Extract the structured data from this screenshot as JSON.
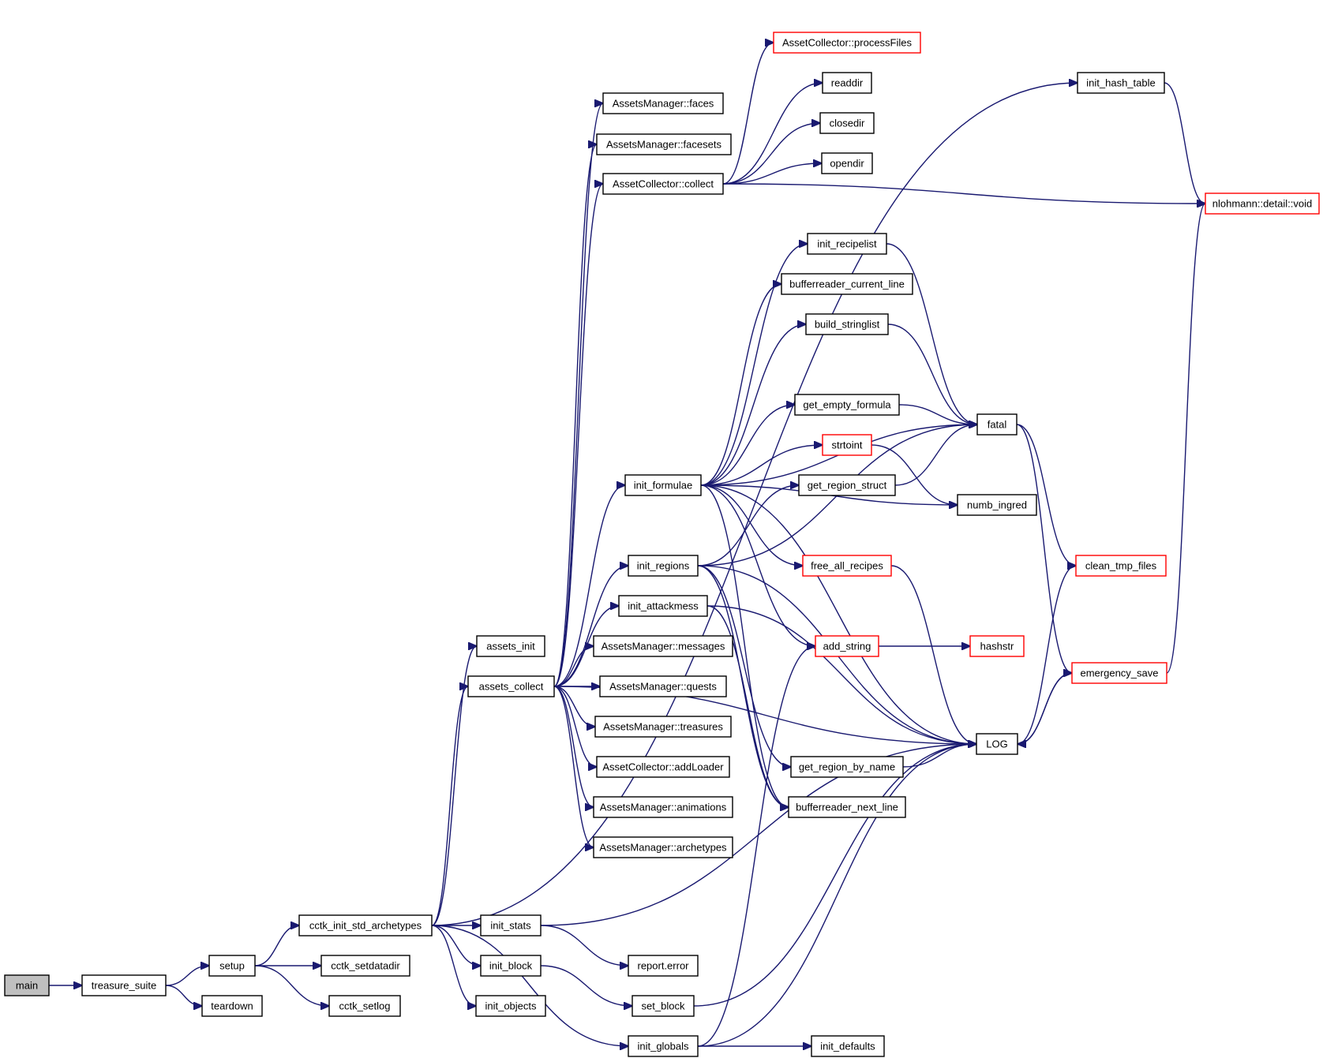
{
  "colors": {
    "edge": "#191970",
    "node_border": "#000000",
    "truncated_node_border": "#ff0000",
    "root_fill": "#bfbfbf",
    "node_fill": "#ffffff"
  },
  "nodes": [
    {
      "id": "main",
      "label": "main",
      "root": true
    },
    {
      "id": "treasure_suite",
      "label": "treasure_suite"
    },
    {
      "id": "setup",
      "label": "setup"
    },
    {
      "id": "teardown",
      "label": "teardown"
    },
    {
      "id": "cctk_init_std_archetypes",
      "label": "cctk_init_std_archetypes"
    },
    {
      "id": "cctk_setdatadir",
      "label": "cctk_setdatadir"
    },
    {
      "id": "cctk_setlog",
      "label": "cctk_setlog"
    },
    {
      "id": "assets_init",
      "label": "assets_init"
    },
    {
      "id": "assets_collect",
      "label": "assets_collect"
    },
    {
      "id": "init_stats",
      "label": "init_stats"
    },
    {
      "id": "init_block",
      "label": "init_block"
    },
    {
      "id": "init_objects",
      "label": "init_objects"
    },
    {
      "id": "init_globals",
      "label": "init_globals"
    },
    {
      "id": "init_hash_table",
      "label": "init_hash_table"
    },
    {
      "id": "AssetsManager_faces",
      "label": "AssetsManager::faces"
    },
    {
      "id": "AssetsManager_facesets",
      "label": "AssetsManager::facesets"
    },
    {
      "id": "AssetCollector_collect",
      "label": "AssetCollector::collect"
    },
    {
      "id": "init_formulae",
      "label": "init_formulae"
    },
    {
      "id": "init_regions",
      "label": "init_regions"
    },
    {
      "id": "init_attackmess",
      "label": "init_attackmess"
    },
    {
      "id": "AssetsManager_messages",
      "label": "AssetsManager::messages"
    },
    {
      "id": "AssetsManager_quests",
      "label": "AssetsManager::quests"
    },
    {
      "id": "AssetsManager_treasures",
      "label": "AssetsManager::treasures"
    },
    {
      "id": "AssetCollector_addLoader",
      "label": "AssetCollector::addLoader"
    },
    {
      "id": "AssetsManager_animations",
      "label": "AssetsManager::animations"
    },
    {
      "id": "AssetsManager_archetypes",
      "label": "AssetsManager::archetypes"
    },
    {
      "id": "report_error",
      "label": "report.error"
    },
    {
      "id": "set_block",
      "label": "set_block"
    },
    {
      "id": "init_defaults",
      "label": "init_defaults"
    },
    {
      "id": "AssetCollector_processFiles",
      "label": "AssetCollector::processFiles",
      "truncated": true
    },
    {
      "id": "readdir",
      "label": "readdir"
    },
    {
      "id": "closedir",
      "label": "closedir"
    },
    {
      "id": "opendir",
      "label": "opendir"
    },
    {
      "id": "init_recipelist",
      "label": "init_recipelist"
    },
    {
      "id": "bufferreader_current_line",
      "label": "bufferreader_current_line"
    },
    {
      "id": "build_stringlist",
      "label": "build_stringlist"
    },
    {
      "id": "get_empty_formula",
      "label": "get_empty_formula"
    },
    {
      "id": "strtoint",
      "label": "strtoint",
      "truncated": true
    },
    {
      "id": "get_region_struct",
      "label": "get_region_struct"
    },
    {
      "id": "free_all_recipes",
      "label": "free_all_recipes",
      "truncated": true
    },
    {
      "id": "add_string",
      "label": "add_string",
      "truncated": true
    },
    {
      "id": "get_region_by_name",
      "label": "get_region_by_name"
    },
    {
      "id": "bufferreader_next_line",
      "label": "bufferreader_next_line"
    },
    {
      "id": "nlohmann_detail_void",
      "label": "nlohmann::detail::void",
      "truncated": true
    },
    {
      "id": "fatal",
      "label": "fatal"
    },
    {
      "id": "numb_ingred",
      "label": "numb_ingred"
    },
    {
      "id": "hashstr",
      "label": "hashstr",
      "truncated": true
    },
    {
      "id": "LOG",
      "label": "LOG"
    },
    {
      "id": "clean_tmp_files",
      "label": "clean_tmp_files",
      "truncated": true
    },
    {
      "id": "emergency_save",
      "label": "emergency_save",
      "truncated": true
    }
  ],
  "edges": [
    [
      "main",
      "treasure_suite"
    ],
    [
      "treasure_suite",
      "setup"
    ],
    [
      "treasure_suite",
      "teardown"
    ],
    [
      "setup",
      "cctk_init_std_archetypes"
    ],
    [
      "setup",
      "cctk_setdatadir"
    ],
    [
      "setup",
      "cctk_setlog"
    ],
    [
      "cctk_init_std_archetypes",
      "init_hash_table"
    ],
    [
      "cctk_init_std_archetypes",
      "assets_init"
    ],
    [
      "cctk_init_std_archetypes",
      "assets_collect"
    ],
    [
      "cctk_init_std_archetypes",
      "init_stats"
    ],
    [
      "cctk_init_std_archetypes",
      "init_block"
    ],
    [
      "cctk_init_std_archetypes",
      "init_objects"
    ],
    [
      "cctk_init_std_archetypes",
      "init_globals"
    ],
    [
      "assets_collect",
      "AssetsManager_faces"
    ],
    [
      "assets_collect",
      "AssetsManager_facesets"
    ],
    [
      "assets_collect",
      "AssetCollector_collect"
    ],
    [
      "assets_collect",
      "init_formulae"
    ],
    [
      "assets_collect",
      "init_regions"
    ],
    [
      "assets_collect",
      "init_attackmess"
    ],
    [
      "assets_collect",
      "AssetsManager_messages"
    ],
    [
      "assets_collect",
      "AssetsManager_quests"
    ],
    [
      "assets_collect",
      "AssetsManager_treasures"
    ],
    [
      "assets_collect",
      "AssetCollector_addLoader"
    ],
    [
      "assets_collect",
      "AssetsManager_animations"
    ],
    [
      "assets_collect",
      "AssetsManager_archetypes"
    ],
    [
      "assets_collect",
      "LOG"
    ],
    [
      "AssetCollector_collect",
      "AssetCollector_processFiles"
    ],
    [
      "AssetCollector_collect",
      "readdir"
    ],
    [
      "AssetCollector_collect",
      "closedir"
    ],
    [
      "AssetCollector_collect",
      "opendir"
    ],
    [
      "AssetCollector_collect",
      "nlohmann_detail_void"
    ],
    [
      "init_hash_table",
      "nlohmann_detail_void"
    ],
    [
      "init_formulae",
      "init_recipelist"
    ],
    [
      "init_formulae",
      "bufferreader_current_line"
    ],
    [
      "init_formulae",
      "build_stringlist"
    ],
    [
      "init_formulae",
      "fatal"
    ],
    [
      "init_formulae",
      "get_empty_formula"
    ],
    [
      "init_formulae",
      "strtoint"
    ],
    [
      "init_formulae",
      "numb_ingred"
    ],
    [
      "init_formulae",
      "free_all_recipes"
    ],
    [
      "init_formulae",
      "add_string"
    ],
    [
      "init_formulae",
      "LOG"
    ],
    [
      "init_formulae",
      "bufferreader_next_line"
    ],
    [
      "init_recipelist",
      "fatal"
    ],
    [
      "build_stringlist",
      "fatal"
    ],
    [
      "get_empty_formula",
      "fatal"
    ],
    [
      "strtoint",
      "numb_ingred"
    ],
    [
      "get_region_struct",
      "fatal"
    ],
    [
      "init_regions",
      "get_region_struct"
    ],
    [
      "init_regions",
      "fatal"
    ],
    [
      "init_regions",
      "LOG"
    ],
    [
      "init_regions",
      "get_region_by_name"
    ],
    [
      "init_regions",
      "bufferreader_next_line"
    ],
    [
      "init_attackmess",
      "bufferreader_next_line"
    ],
    [
      "init_attackmess",
      "LOG"
    ],
    [
      "free_all_recipes",
      "LOG"
    ],
    [
      "add_string",
      "hashstr"
    ],
    [
      "get_region_by_name",
      "LOG"
    ],
    [
      "fatal",
      "clean_tmp_files"
    ],
    [
      "fatal",
      "emergency_save"
    ],
    [
      "LOG",
      "clean_tmp_files"
    ],
    [
      "LOG",
      "emergency_save"
    ],
    [
      "emergency_save",
      "LOG"
    ],
    [
      "emergency_save",
      "nlohmann_detail_void"
    ],
    [
      "init_stats",
      "report_error"
    ],
    [
      "init_stats",
      "LOG"
    ],
    [
      "init_block",
      "set_block"
    ],
    [
      "set_block",
      "LOG"
    ],
    [
      "init_globals",
      "init_defaults"
    ],
    [
      "init_globals",
      "add_string"
    ],
    [
      "init_globals",
      "LOG"
    ]
  ]
}
